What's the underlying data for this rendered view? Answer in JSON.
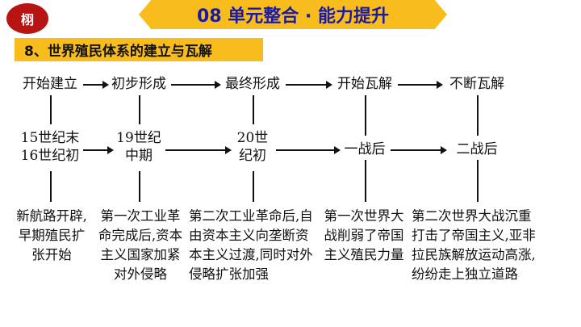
{
  "logo": "栩",
  "header": {
    "title": "08  单元整合 · 能力提升"
  },
  "section": {
    "title": "8、世界殖民体系的建立与瓦解"
  },
  "stages": [
    "开始建立",
    "初步形成",
    "最终形成",
    "开始瓦解",
    "不断瓦解"
  ],
  "times": [
    [
      "15世纪末",
      "16世纪初"
    ],
    [
      "19世纪",
      "中期"
    ],
    [
      "20世",
      "纪初"
    ],
    [
      "一战后"
    ],
    [
      "二战后"
    ]
  ],
  "descriptions": [
    [
      "新航路开辟,",
      "早期殖民扩",
      "张开始"
    ],
    [
      "第一次工业革",
      "命完成后,资本",
      "主义国家加紧",
      "对外侵略"
    ],
    [
      "第二次工业革命后,自",
      "由资本主义向垄断资",
      "本主义过渡,同时对外",
      "侵略扩张加强"
    ],
    [
      "第一次世界大",
      "战削弱了帝国",
      "主义殖民力量"
    ],
    [
      "第二次世界大战沉重",
      "打击了帝国主义,亚非",
      "拉民族解放运动高涨,",
      "纷纷走上独立道路"
    ]
  ]
}
